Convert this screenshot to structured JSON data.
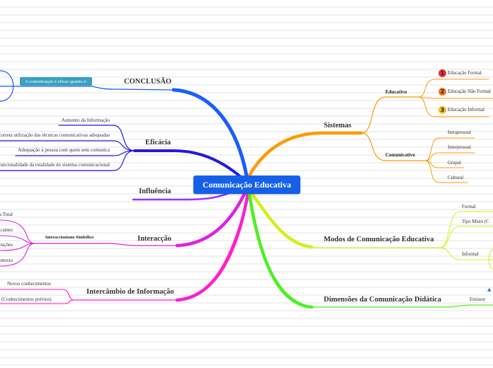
{
  "central": "Comunicação Educativa",
  "colors": {
    "conclusao": "#1a5cff",
    "eficacia": "#2418e0",
    "influencia": "#9b30ff",
    "interaccao": "#e020e0",
    "intercambio": "#ff1fc8",
    "sistemas": "#ff9a00",
    "modos": "#d4ef1a",
    "dimensoes": "#4cf020"
  },
  "left": {
    "conclusao": {
      "label": "CONCLUSÃO",
      "note": "A comunicação é eficaz quanto é:"
    },
    "eficacia": {
      "label": "Eficácia",
      "children": [
        "Aumento da Informação",
        "Correta utilização das técnicas comunicativas adequadas",
        "Adequação à pessoa com quem sem comunica",
        "Funcionalidade da totalidade do sistema comunicacional"
      ]
    },
    "influencia": {
      "label": "Influência"
    },
    "interaccao": {
      "label": "Interacção",
      "sub": "Interaccionismo Simbólico",
      "children": [
        "a Total",
        "ficantes",
        "ntações",
        "ontexto"
      ]
    },
    "intercambio": {
      "label": "Intercâmbio de Informação",
      "children": [
        "Novos conhecimentos",
        "(Conhecimentos prévios)"
      ]
    }
  },
  "right": {
    "sistemas": {
      "label": "Sistemas",
      "educativo": {
        "label": "Educativo",
        "children": [
          {
            "num": "1",
            "label": "Educação Formal",
            "color": "#e83030"
          },
          {
            "num": "2",
            "label": "Educação Não Formal",
            "color": "#f07a20"
          },
          {
            "num": "3",
            "label": "Educação Informal",
            "color": "#f5c020"
          }
        ]
      },
      "comunicativo": {
        "label": "Comunicativo",
        "children": [
          "Intrapessoal",
          "Interpessoal",
          "Grupal",
          "Cultural"
        ]
      }
    },
    "modos": {
      "label": "Modos de Comunicação Educativa",
      "children": [
        "Formal",
        "Tipo Misto (C",
        "Informal"
      ]
    },
    "dimensoes": {
      "label": "Dimensões da Comunicação Didática",
      "children": [
        "Emissor"
      ]
    }
  }
}
